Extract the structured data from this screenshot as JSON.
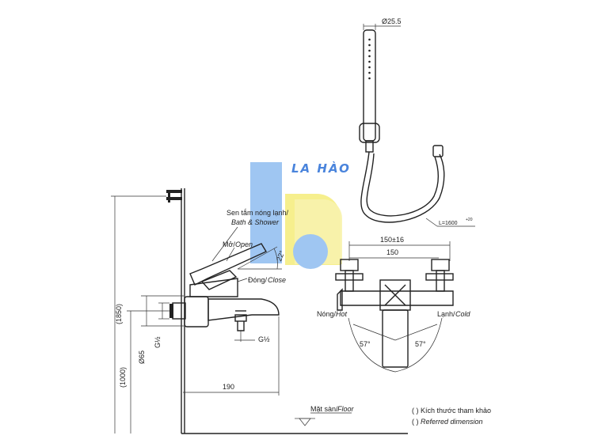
{
  "dimensions": {
    "total_height": "(1850)",
    "install_height": "(1000)",
    "pipe_diameter": "Ø65",
    "thread_inlet": "G½",
    "thread_outlet": "G½",
    "depth": "190",
    "handle_angle": "22°",
    "head_diameter": "Ø25.5",
    "hose_length": "L=1600",
    "hose_tolerance": "+20",
    "centers_range": "150±16",
    "centers": "150",
    "hot_angle": "57°",
    "cold_angle": "57°"
  },
  "labels": {
    "shower_vn": "Sen tắm nóng lạnh/",
    "shower_en": "Bath & Shower",
    "open_vn": "Mở/",
    "open_en": "Open",
    "close_vn": "Đóng/",
    "close_en": "Close",
    "floor_vn": "Mặt sàn/",
    "floor_en": "Floor",
    "hot_vn": "Nóng/",
    "hot_en": "Hot",
    "cold_vn": "Lạnh/",
    "cold_en": "Cold"
  },
  "legend": {
    "line1_paren": "(      )",
    "line1_text": "Kích thước tham khảo",
    "line2_paren": "(      )",
    "line2_text": "Referred dimension"
  },
  "watermark": {
    "text": "LA HÀO",
    "colors": {
      "blue": "#2b6fd6",
      "light_blue": "#8fbdf0",
      "yellow": "#f3ea6a"
    }
  }
}
